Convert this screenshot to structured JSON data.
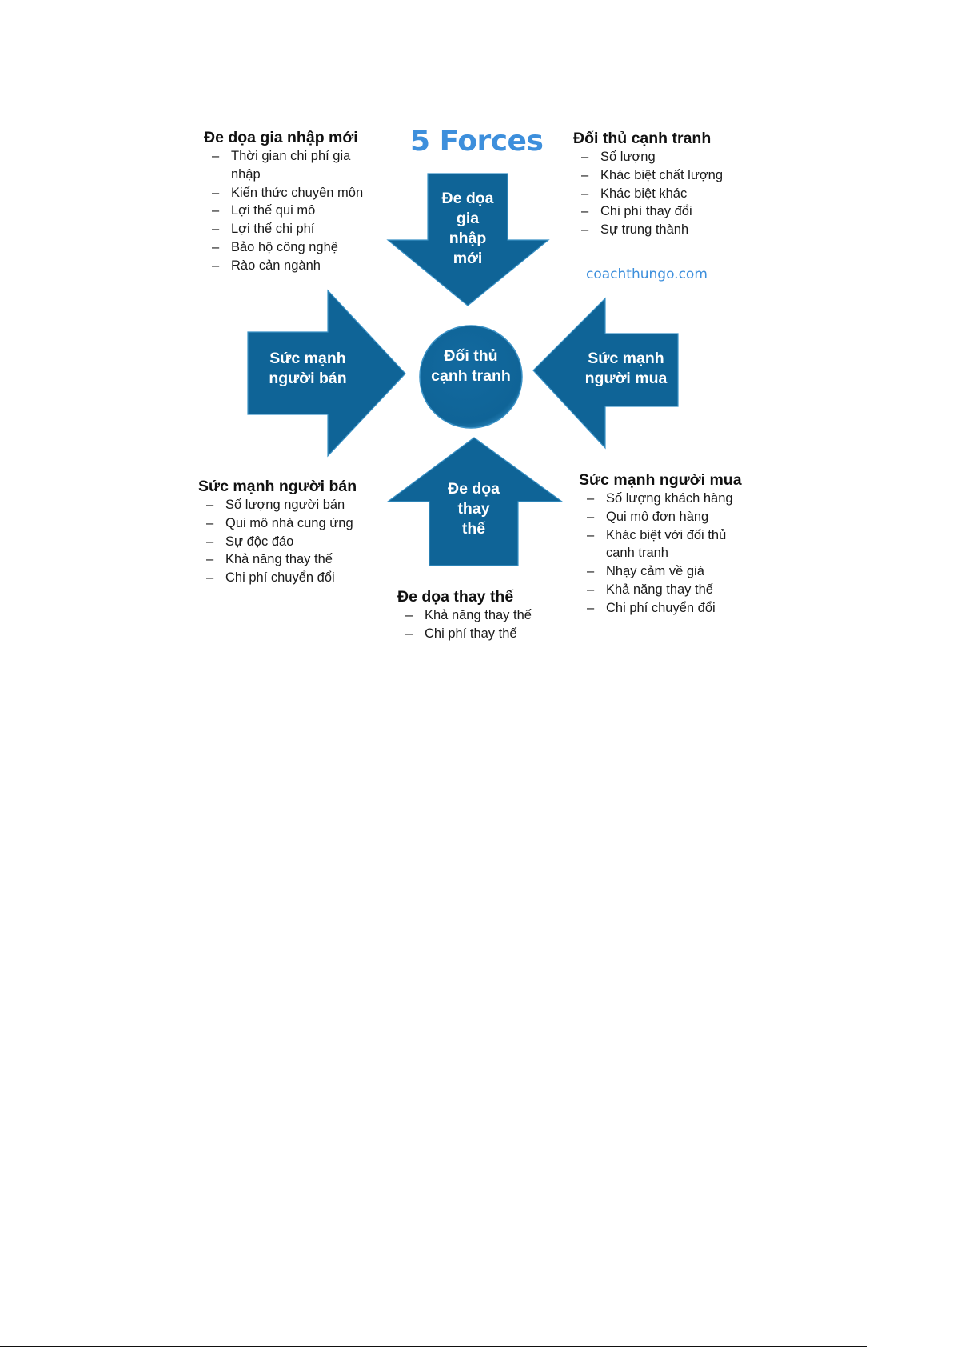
{
  "title": "5 Forces",
  "website": "coachthungo.com",
  "colors": {
    "arrow_fill": "#0f6497",
    "arrow_highlight": "#4a9fd0",
    "title_blue": "#3d8fdc"
  },
  "center": {
    "label_line1": "Đối thủ",
    "label_line2": "cạnh tranh"
  },
  "arrows": {
    "top": {
      "lines": [
        "Đe dọa",
        "gia",
        "nhập",
        "mới"
      ]
    },
    "left": {
      "lines": [
        "Sức mạnh",
        "người bán"
      ]
    },
    "right": {
      "lines": [
        "Sức mạnh",
        "người mua"
      ]
    },
    "bottom": {
      "lines": [
        "Đe dọa",
        "thay",
        "thế"
      ]
    }
  },
  "blocks": {
    "new_entrants": {
      "heading": "Đe dọa gia nhập mới",
      "items": [
        "Thời gian chi phí gia nhập",
        "Kiến thức chuyên môn",
        "Lợi thế qui mô",
        "Lợi thế chi phí",
        "Bảo hộ công nghệ",
        "Rào cản ngành"
      ]
    },
    "rivals": {
      "heading": "Đối thủ cạnh tranh",
      "items": [
        "Số lượng",
        "Khác biệt chất lượng",
        "Khác biệt khác",
        "Chi phí thay đổi",
        "Sự trung thành"
      ]
    },
    "suppliers": {
      "heading": "Sức mạnh người bán",
      "items": [
        "Số lượng người bán",
        "Qui mô nhà cung ứng",
        "Sự độc đáo",
        "Khả năng thay thế",
        "Chi phí chuyển đổi"
      ]
    },
    "buyers": {
      "heading": "Sức mạnh người mua",
      "items": [
        "Số lượng khách hàng",
        "Qui mô đơn hàng",
        "Khác biệt với đối thủ cạnh tranh",
        "Nhạy cảm về giá",
        "Khả năng thay thế",
        "Chi phí chuyển đổi"
      ]
    },
    "substitutes": {
      "heading": "Đe dọa thay thế",
      "items": [
        "Khả năng thay thế",
        "Chi phí thay thế"
      ]
    }
  }
}
